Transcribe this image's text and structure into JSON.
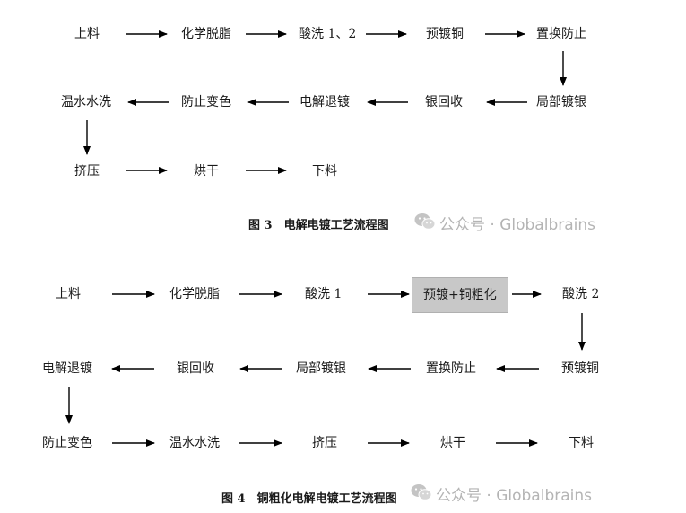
{
  "figure3": {
    "row1": [
      "上料",
      "化学脱脂",
      "酸洗 1、2",
      "预镀铜",
      "置换防止"
    ],
    "row2": [
      "温水水洗",
      "防止变色",
      "电解退镀",
      "银回收",
      "局部镀银"
    ],
    "row3": [
      "挤压",
      "烘干",
      "下料"
    ],
    "caption": "图 3　电解电镀工艺流程图"
  },
  "figure4": {
    "row1": [
      "上料",
      "化学脱脂",
      "酸洗 1",
      "预镀+铜粗化",
      "酸洗 2"
    ],
    "row2": [
      "电解退镀",
      "银回收",
      "局部镀银",
      "置换防止",
      "预镀铜"
    ],
    "row3": [
      "防止变色",
      "温水水洗",
      "挤压",
      "烘干",
      "下料"
    ],
    "caption": "图 4　铜粗化电解电镀工艺流程图",
    "highlight_color": "#c8c8c8"
  },
  "watermark": {
    "text": "公众号 · Globalbrains",
    "icon": "wechat-icon"
  }
}
